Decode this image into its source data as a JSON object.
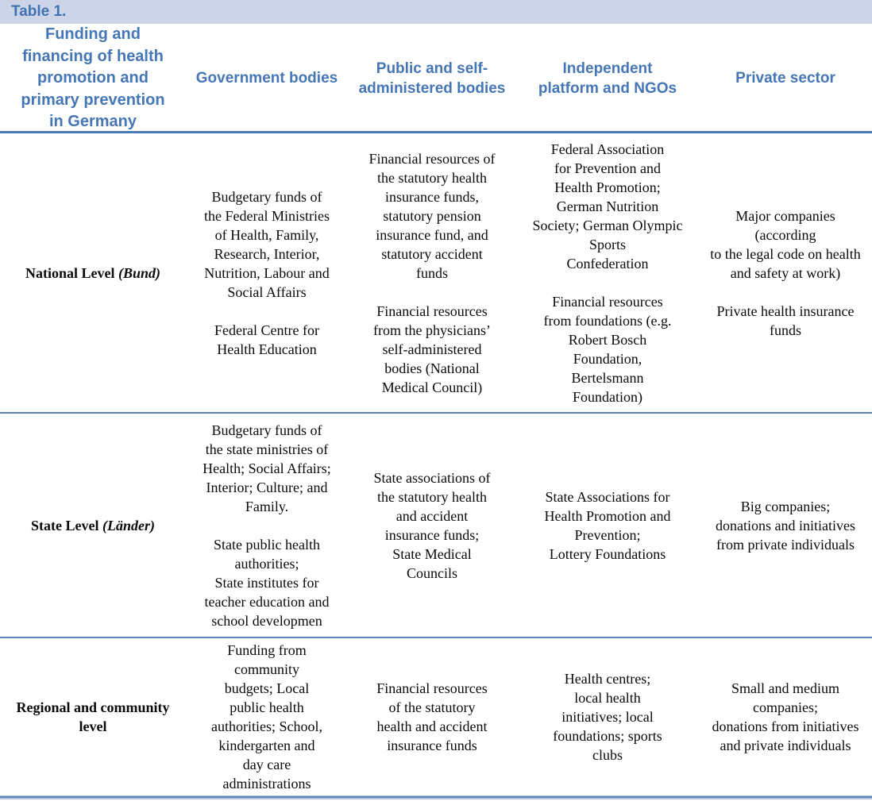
{
  "table_label": "Table 1.",
  "colors": {
    "banner_background": "#cdd4e8",
    "heading_blue": "#4576b5",
    "header_rule": "#4878b6",
    "row_rule": "#5d84b8",
    "body_text": "#0a0a0a"
  },
  "columns": [
    "Funding and\nfinancing of health\npromotion and\nprimary prevention\nin Germany",
    "Government bodies",
    "Public and self-\nadministered bodies",
    "Independent\nplatform and NGOs",
    "Private sector"
  ],
  "rows": [
    {
      "level_main": "National Level ",
      "level_italic": "(Bund)",
      "cells": {
        "government": "Budgetary funds of\nthe Federal Ministries\nof Health, Family,\nResearch, Interior,\nNutrition, Labour and\nSocial Affairs\n\nFederal Centre for\nHealth Education",
        "public_self": "Financial resources of\nthe statutory health\ninsurance funds,\nstatutory pension\ninsurance fund, and\nstatutory accident\nfunds\n\nFinancial resources\nfrom the physicians’\nself-administered\nbodies (National\nMedical Council)",
        "independent": "Federal Association\nfor Prevention and\nHealth Promotion;\nGerman Nutrition\nSociety; German Olympic\nSports\nConfederation\n\nFinancial resources\nfrom foundations (e.g.\nRobert Bosch\nFoundation,\nBertelsmann\nFoundation)",
        "private": "Major companies\n(according\nto the legal code on health\nand safety at work)\n\nPrivate health insurance\nfunds"
      }
    },
    {
      "level_main": "State Level ",
      "level_italic": "(Länder)",
      "cells": {
        "government": "Budgetary funds of\nthe state ministries of\nHealth; Social Affairs;\nInterior; Culture; and\nFamily.\n\nState public health\nauthorities;\nState institutes for\nteacher education and\nschool developmen",
        "public_self": "State associations of\nthe statutory health\nand accident\ninsurance funds;\nState Medical\nCouncils",
        "independent": "State Associations for\nHealth Promotion and\nPrevention;\nLottery Foundations",
        "private": "Big companies;\ndonations and initiatives\nfrom private individuals"
      }
    },
    {
      "level_main": "Regional and community\nlevel",
      "level_italic": "",
      "cells": {
        "government": "Funding from\ncommunity\nbudgets; Local\npublic health\nauthorities; School,\nkindergarten and\nday care\nadministrations",
        "public_self": "Financial resources\nof the statutory\nhealth and accident\ninsurance funds",
        "independent": "Health centres;\nlocal health\ninitiatives; local\nfoundations; sports\nclubs",
        "private": "Small and medium\ncompanies;\ndonations from initiatives\nand private individuals"
      }
    }
  ]
}
